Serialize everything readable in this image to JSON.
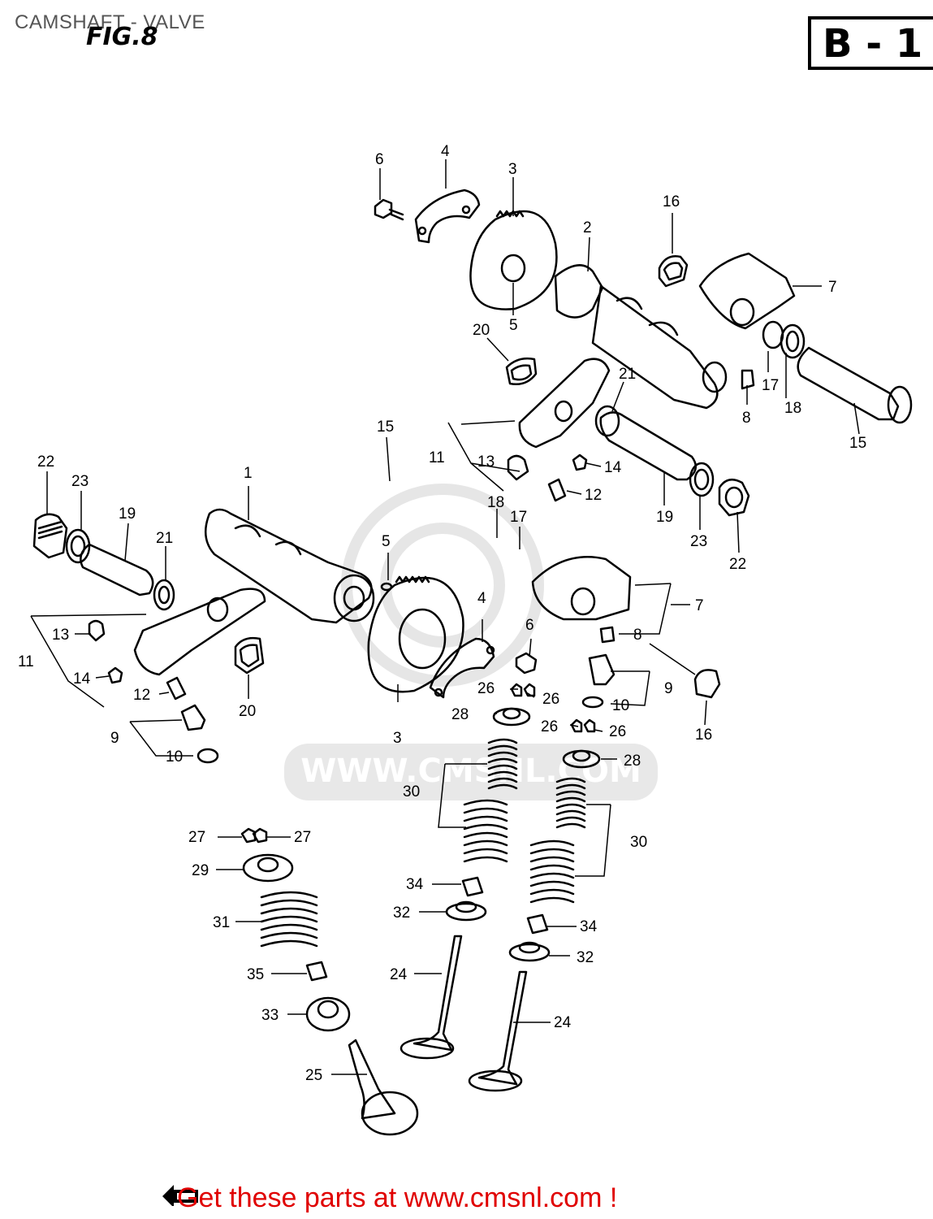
{
  "header": {
    "title": "CAMSHAFT - VALVE",
    "fig_label": "FIG.8",
    "section": "B - 1"
  },
  "callouts": {
    "c1": "1",
    "c2": "2",
    "c3a": "3",
    "c3b": "3",
    "c4a": "4",
    "c4b": "4",
    "c5a": "5",
    "c5b": "5",
    "c6a": "6",
    "c6b": "6",
    "c7a": "7",
    "c7b": "7",
    "c8a": "8",
    "c8b": "8",
    "c9a": "9",
    "c9b": "9",
    "c10a": "10",
    "c10b": "10",
    "c11a": "11",
    "c11b": "11",
    "c12a": "12",
    "c12b": "12",
    "c13a": "13",
    "c13b": "13",
    "c14a": "14",
    "c14b": "14",
    "c15a": "15",
    "c15b": "15",
    "c16a": "16",
    "c16b": "16",
    "c17a": "17",
    "c17b": "17",
    "c18a": "18",
    "c18b": "18",
    "c19a": "19",
    "c19b": "19",
    "c20a": "20",
    "c20b": "20",
    "c21a": "21",
    "c21b": "21",
    "c22a": "22",
    "c22b": "22",
    "c23a": "23",
    "c23b": "23",
    "c24a": "24",
    "c24b": "24",
    "c25": "25",
    "c26a": "26",
    "c26b": "26",
    "c26c": "26",
    "c26d": "26",
    "c27a": "27",
    "c27b": "27",
    "c28a": "28",
    "c28b": "28",
    "c29": "29",
    "c30a": "30",
    "c30b": "30",
    "c31": "31",
    "c32a": "32",
    "c32b": "32",
    "c33": "33",
    "c34a": "34",
    "c34b": "34",
    "c35": "35"
  },
  "watermark": "WWW.CMSNL.COM",
  "footer": {
    "promo": "Get these parts at www.cmsnl.com !"
  },
  "colors": {
    "ink": "#000000",
    "promo": "#e00000",
    "watermark": "#e4e4e4",
    "title": "#555555"
  },
  "icons": [
    "forward-arrow-icon"
  ]
}
